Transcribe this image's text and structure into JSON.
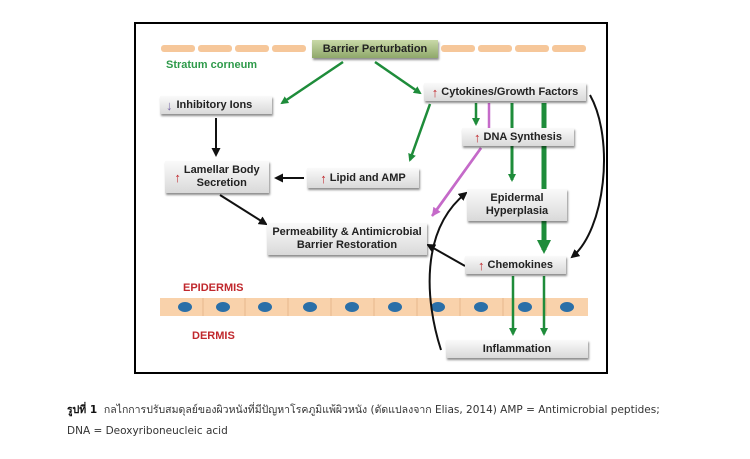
{
  "diagram": {
    "nodes": {
      "barrier_perturbation": "Barrier Perturbation",
      "inhibitory_ions": "Inhibitory Ions",
      "cytokines": "Cytokines/Growth Factors",
      "dna_synthesis": "DNA Synthesis",
      "lamellar_line1": "Lamellar Body",
      "lamellar_line2": "Secretion",
      "lipid_amp": "Lipid and AMP",
      "epidermal_line1": "Epidermal",
      "epidermal_line2": "Hyperplasia",
      "restoration_line1": "Permeability & Antimicrobial",
      "restoration_line2": "Barrier Restoration",
      "chemokines": "Chemokines",
      "inflammation": "Inflammation"
    },
    "labels": {
      "stratum_corneum": "Stratum corneum",
      "epidermis": "EPIDERMIS",
      "dermis": "DERMIS"
    },
    "indicators": {
      "up": "↑",
      "down": "↓"
    },
    "colors": {
      "green_arrow": "#1e8c3a",
      "purple_arrow": "#c56ac9",
      "black_arrow": "#111111",
      "label_green": "#2e9a4a",
      "label_red": "#c0282d",
      "skin_layer": "#f6c79a",
      "nucleus": "#2a6fa8"
    }
  },
  "caption": {
    "figure_label": "รูปที่ 1",
    "text_line1": "กลไกการปรับสมดุลย์ของผิวหนังที่มีปัญหาโรคภูมิแพ้ผิวหนัง (ดัดแปลงจาก Elias, 2014) AMP = Antimicrobial peptides;",
    "text_line2": "DNA = Deoxyriboneucleic acid"
  }
}
